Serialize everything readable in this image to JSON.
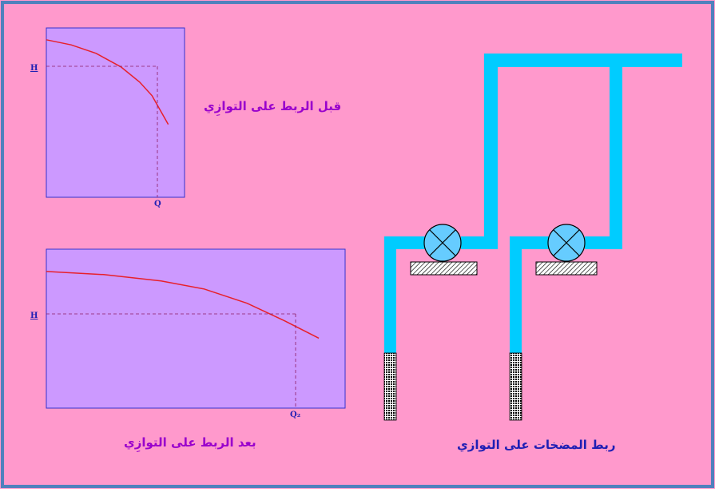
{
  "colors": {
    "background": "#ff99cc",
    "frame": "#4f81bd",
    "chart_fill": "#cc99ff",
    "chart_border": "#3333cc",
    "curve": "#e8202a",
    "pipe": "#00ccff",
    "pump": "#66ccff",
    "caption_purple": "#9900cc",
    "caption_blue": "#1f1fb4"
  },
  "captions": {
    "before": "قبل الربط على التوازِي",
    "after": "بعد الربط على التوازِي",
    "diagram": "ربط المضخات على التوازي"
  },
  "chart_data": [
    {
      "type": "line",
      "title": "قبل الربط على التوازِي",
      "xlabel": "Q",
      "ylabel": "H",
      "series": [
        {
          "values": [
            [
              0,
              0.93
            ],
            [
              0.2,
              0.9
            ],
            [
              0.4,
              0.85
            ],
            [
              0.6,
              0.77
            ],
            [
              0.75,
              0.68
            ],
            [
              0.85,
              0.6
            ],
            [
              0.98,
              0.43
            ]
          ]
        }
      ],
      "marker": {
        "x_label": "Q",
        "y_label": "H"
      },
      "grid": false
    },
    {
      "type": "line",
      "title": "بعد الربط على التوازِي",
      "xlabel": "Q₂",
      "ylabel": "H",
      "series": [
        {
          "values": [
            [
              0,
              0.86
            ],
            [
              0.2,
              0.84
            ],
            [
              0.4,
              0.8
            ],
            [
              0.55,
              0.75
            ],
            [
              0.7,
              0.66
            ],
            [
              0.83,
              0.55
            ],
            [
              0.95,
              0.44
            ]
          ]
        }
      ],
      "marker": {
        "x_label": "Q₂",
        "y_label": "H"
      },
      "grid": false
    }
  ]
}
